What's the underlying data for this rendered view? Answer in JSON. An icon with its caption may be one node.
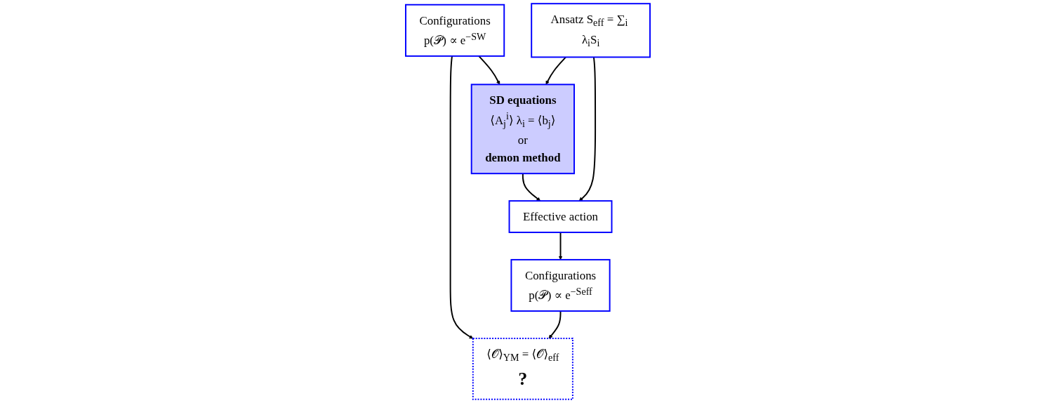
{
  "diagram": {
    "nodes": [
      {
        "text": [
          "Configurations",
          "p(𝒫) ∝ e$^{−SW}$"
        ]
      },
      {
        "text": [
          "Ansatz S$_{eff}$ = ∑$_{i}$ λ$_{i}$S$_{i}$"
        ]
      },
      {
        "text": [
          "⟨𝒪⟩$_{YM}$ = ⟨𝒪⟩$_{eff}$",
          "?"
        ]
      },
      {
        "text": [
          "SD equations",
          "⟨A$_{j}$$^{i}$⟩ λ$_{i}$ = ⟨b$_{j}$⟩",
          "or",
          "demon method"
        ]
      },
      {
        "text": [
          "Configurations",
          "p(𝒫) ∝ e$^{−Seff}$"
        ]
      },
      {
        "text": [
          "Effective action"
        ]
      }
    ],
    "edges": [
      {
        "from": 0,
        "to": 2,
        "arrow": "to"
      },
      {
        "from": 0,
        "to": 3,
        "arrow": "to"
      },
      {
        "from": 1,
        "to": 3,
        "arrow": "to"
      },
      {
        "from": 3,
        "to": 5,
        "arrow": "to"
      },
      {
        "from": 1,
        "to": 5,
        "arrow": "to"
      },
      {
        "from": 5,
        "to": 4,
        "arrow": "to"
      },
      {
        "from": 4,
        "to": 2,
        "arrow": "to"
      }
    ]
  }
}
